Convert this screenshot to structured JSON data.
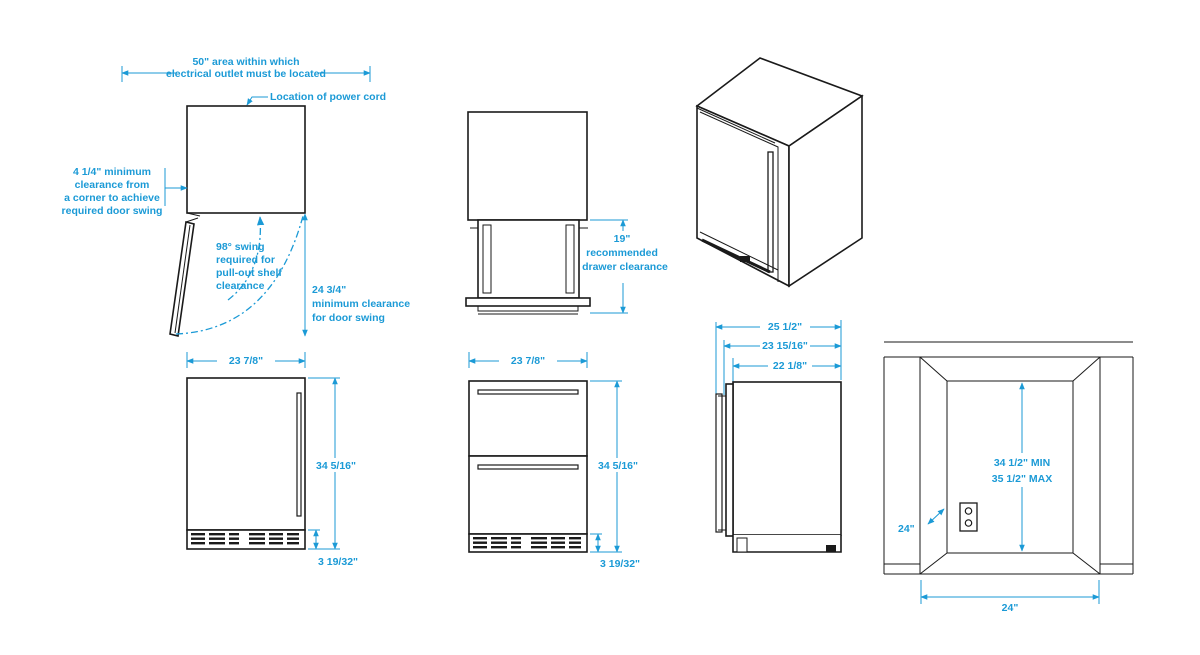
{
  "colors": {
    "dimension": "#1b9ad6",
    "outline": "#1a1a1a",
    "background": "#ffffff"
  },
  "top_view": {
    "outlet_area_line1": "50\" area within which",
    "outlet_area_line2": "electrical outlet must be located",
    "power_cord": "Location of power cord",
    "corner_line1": "4 1/4\" minimum",
    "corner_line2": "clearance from",
    "corner_line3": "a corner to achieve",
    "corner_line4": "required door swing",
    "swing_line1": "98° swing",
    "swing_line2": "required for",
    "swing_line3": "pull-out shelf",
    "swing_line4": "clearance",
    "door_line1": "24 3/4\"",
    "door_line2": "minimum clearance",
    "door_line3": "for door swing"
  },
  "drawer_top_view": {
    "drawer_line1": "19\"",
    "drawer_line2": "recommended",
    "drawer_line3": "drawer clearance"
  },
  "front_view_door": {
    "width": "23 7/8\"",
    "height": "34 5/16\"",
    "base": "3 19/32\""
  },
  "front_view_drawers": {
    "width": "23 7/8\"",
    "height": "34 5/16\"",
    "base": "3 19/32\""
  },
  "side_view": {
    "depth_total": "25 1/2\"",
    "depth_mid": "23 15/16\"",
    "depth_cabinet": "22 1/8\""
  },
  "cutout_view": {
    "height_min": "34 1/2\" MIN",
    "height_max": "35 1/2\" MAX",
    "depth": "24\"",
    "width": "24\""
  }
}
